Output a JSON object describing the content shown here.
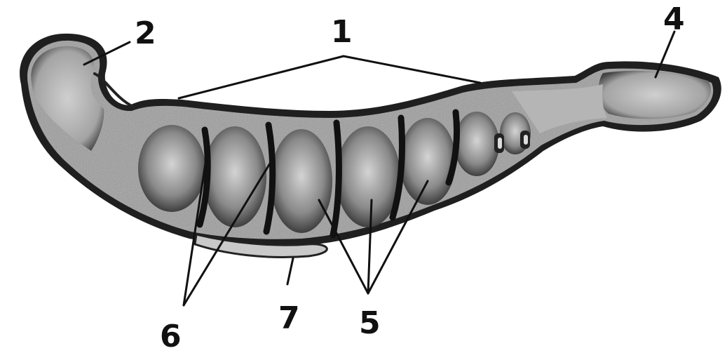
{
  "figure": {
    "labels": {
      "l1": "1",
      "l2": "2",
      "l4": "4",
      "l5": "5",
      "l6": "6",
      "l7": "7"
    }
  }
}
